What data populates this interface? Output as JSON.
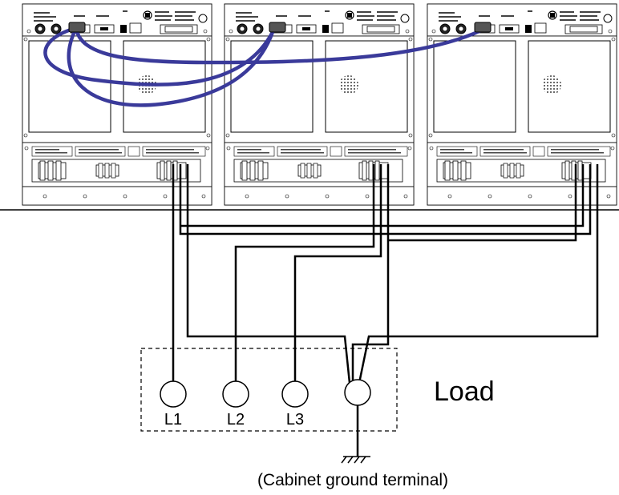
{
  "labels": {
    "load": "Load",
    "l1": "L1",
    "l2": "L2",
    "l3": "L3",
    "caption": "(Cabinet ground terminal)"
  },
  "colors": {
    "cable": "#3a3a9a",
    "wire": "#000000",
    "panel": "#ffffff"
  },
  "units": [
    "unit-1",
    "unit-2",
    "unit-3"
  ]
}
